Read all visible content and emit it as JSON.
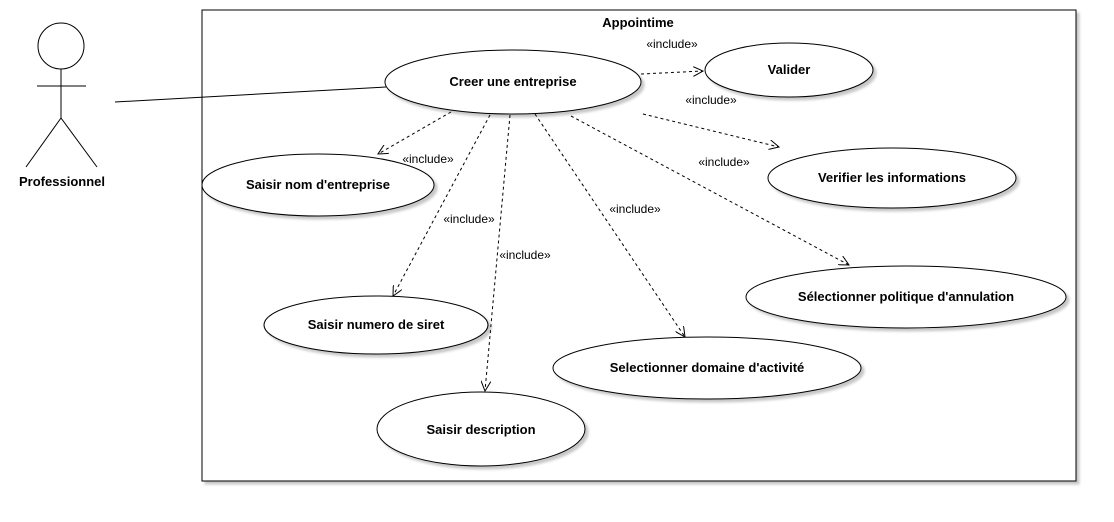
{
  "system": {
    "title": "Appointime"
  },
  "actor": {
    "name": "Professionnel"
  },
  "stereotype": "«include»",
  "use_cases": {
    "main": "Creer une entreprise",
    "valider": "Valider",
    "verifier": "Verifier les informations",
    "saisir_nom": "Saisir nom d'entreprise",
    "saisir_siret": "Saisir numero de siret",
    "saisir_description": "Saisir description",
    "domaine": "Selectionner domaine d'activité",
    "politique": "Sélectionner politique d'annulation"
  }
}
